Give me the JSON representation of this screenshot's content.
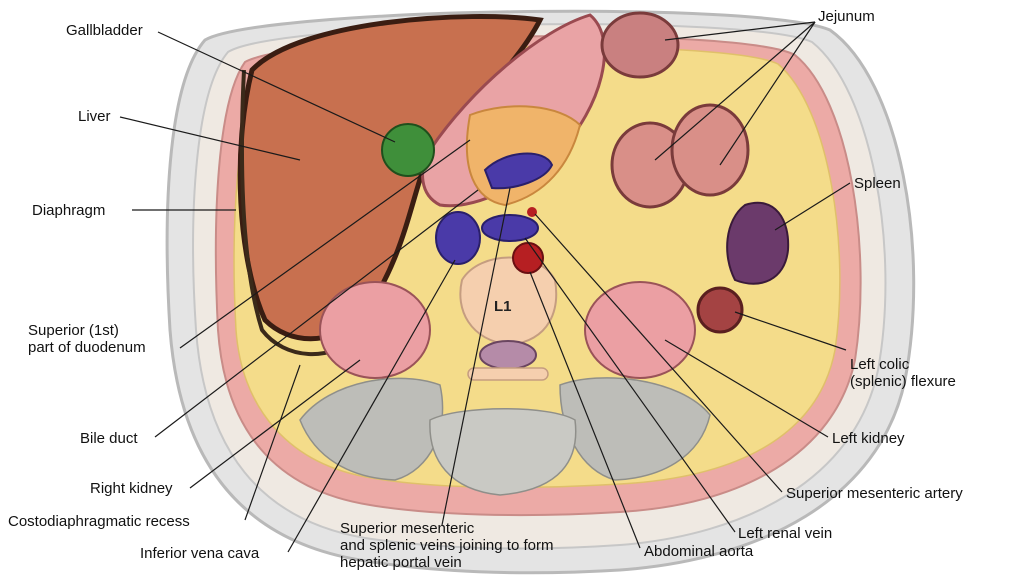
{
  "labels": {
    "gallbladder": "Gallbladder",
    "liver": "Liver",
    "diaphragm": "Diaphragm",
    "duodenum": "Superior (1st)\npart of duodenum",
    "bile_duct": "Bile duct",
    "right_kidney": "Right kidney",
    "costodiaphragmatic_recess": "Costodiaphragmatic recess",
    "inferior_vena_cava": "Inferior vena cava",
    "portal_vein": "Superior mesenteric\nand splenic veins joining to form\nhepatic portal vein",
    "abdominal_aorta": "Abdominal aorta",
    "left_renal_vein": "Left renal vein",
    "superior_mesenteric_artery": "Superior mesenteric artery",
    "left_kidney": "Left kidney",
    "left_colic_flexure": "Left colic\n(splenic) flexure",
    "spleen": "Spleen",
    "jejunum": "Jejunum"
  },
  "vertebra_label": "L1",
  "colors": {
    "liver": "#c8704f",
    "fat": "#f4dc8a",
    "skin": "#e4e4e4",
    "muscle": "#ecaaa6",
    "kidney": "#eb9fa3",
    "vein": "#4a3aa8",
    "artery": "#b61f22",
    "gallbladder": "#3f8f3a",
    "spleen": "#6b3a6b",
    "bone": "#f5cfae"
  }
}
